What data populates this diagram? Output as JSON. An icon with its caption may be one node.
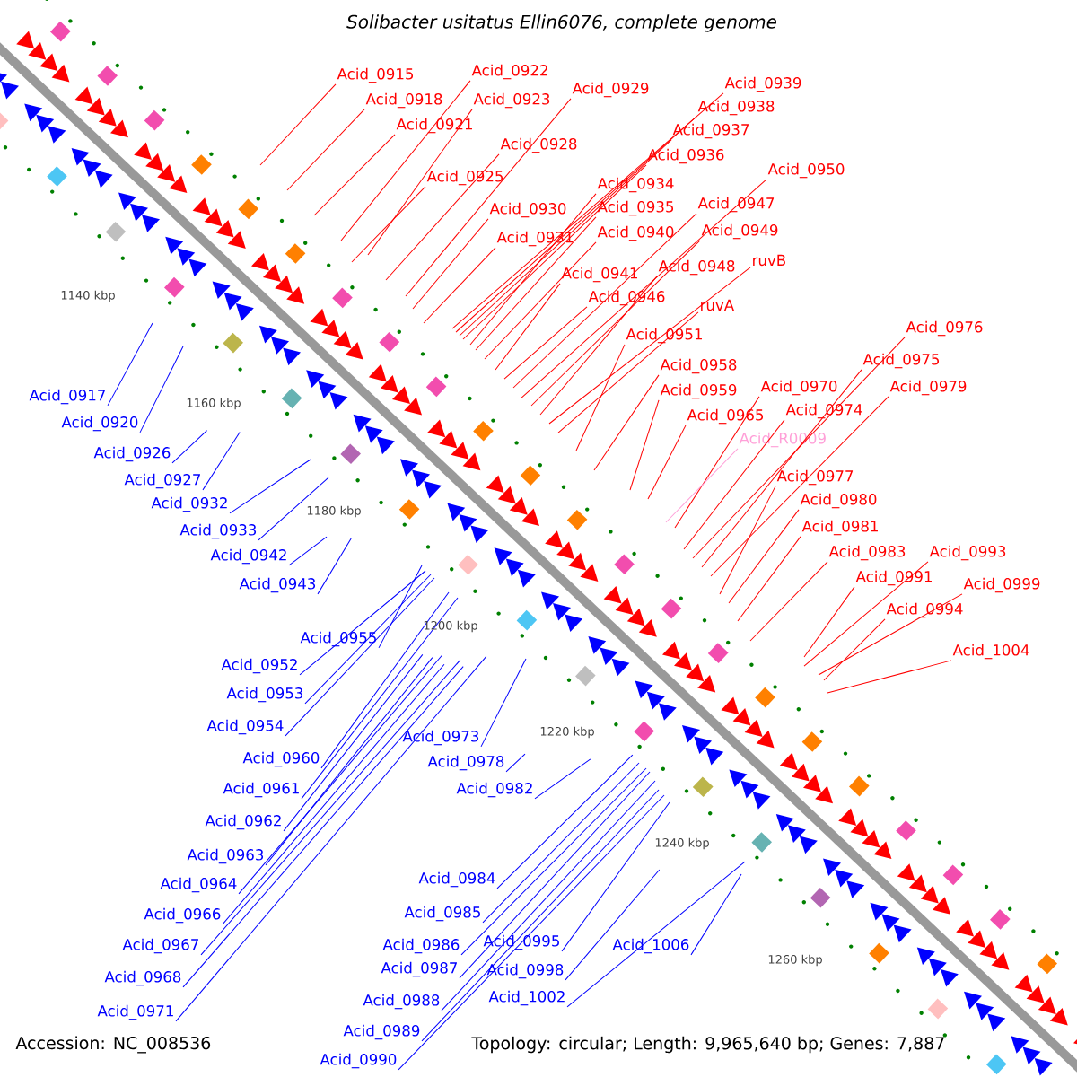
{
  "diagram": {
    "title": "Solibacter usitatus Ellin6076, complete genome",
    "nodes": [
      {
        "text": [
          "Acid_0915"
        ]
      },
      {
        "text": [
          "Acid_0918"
        ]
      },
      {
        "text": [
          "Acid_0921"
        ]
      },
      {
        "text": [
          "Acid_0922"
        ]
      },
      {
        "text": [
          "Acid_0923"
        ]
      },
      {
        "text": [
          "Acid_0929"
        ]
      },
      {
        "text": [
          "Acid_0928"
        ]
      },
      {
        "text": [
          "Acid_0925"
        ]
      },
      {
        "text": [
          "Acid_0930"
        ]
      },
      {
        "text": [
          "Acid_0931"
        ]
      },
      {
        "text": [
          "Acid_0939"
        ]
      },
      {
        "text": [
          "Acid_0938"
        ]
      },
      {
        "text": [
          "Acid_0937"
        ]
      },
      {
        "text": [
          "Acid_0936"
        ]
      },
      {
        "text": [
          "Acid_0934"
        ]
      },
      {
        "text": [
          "Acid_0935"
        ]
      },
      {
        "text": [
          "Acid_0940"
        ]
      },
      {
        "text": [
          "Acid_0950"
        ]
      },
      {
        "text": [
          "Acid_0947"
        ]
      },
      {
        "text": [
          "Acid_0949"
        ]
      },
      {
        "text": [
          "Acid_0941"
        ]
      },
      {
        "text": [
          "Acid_0948"
        ]
      },
      {
        "text": [
          "ruvB"
        ]
      },
      {
        "text": [
          "Acid_0946"
        ]
      },
      {
        "text": [
          "ruvA"
        ]
      },
      {
        "text": [
          "Acid_0951"
        ]
      },
      {
        "text": [
          "Acid_0958"
        ]
      },
      {
        "text": [
          "Acid_0959"
        ]
      },
      {
        "text": [
          "Acid_0965"
        ]
      },
      {
        "text": [
          "Acid_0970"
        ]
      },
      {
        "text": [
          "Acid_0974"
        ]
      },
      {
        "text": [
          "Acid_R0009"
        ]
      },
      {
        "text": [
          "Acid_0976"
        ]
      },
      {
        "text": [
          "Acid_0975"
        ]
      },
      {
        "text": [
          "Acid_0979"
        ]
      },
      {
        "text": [
          "Acid_0977"
        ]
      },
      {
        "text": [
          "Acid_0980"
        ]
      },
      {
        "text": [
          "Acid_0981"
        ]
      },
      {
        "text": [
          "Acid_0983"
        ]
      },
      {
        "text": [
          "Acid_0993"
        ]
      },
      {
        "text": [
          "Acid_0991"
        ]
      },
      {
        "text": [
          "Acid_0999"
        ]
      },
      {
        "text": [
          "Acid_0994"
        ]
      },
      {
        "text": [
          "Acid_1004"
        ]
      },
      {
        "text": [
          "Acid_0917"
        ]
      },
      {
        "text": [
          "Acid_0920"
        ]
      },
      {
        "text": [
          "Acid_0926"
        ]
      },
      {
        "text": [
          "Acid_0927"
        ]
      },
      {
        "text": [
          "Acid_0932"
        ]
      },
      {
        "text": [
          "Acid_0933"
        ]
      },
      {
        "text": [
          "Acid_0942"
        ]
      },
      {
        "text": [
          "Acid_0943"
        ]
      },
      {
        "text": [
          "Acid_0955"
        ]
      },
      {
        "text": [
          "Acid_0952"
        ]
      },
      {
        "text": [
          "Acid_0953"
        ]
      },
      {
        "text": [
          "Acid_0954"
        ]
      },
      {
        "text": [
          "Acid_0960"
        ]
      },
      {
        "text": [
          "Acid_0961"
        ]
      },
      {
        "text": [
          "Acid_0962"
        ]
      },
      {
        "text": [
          "Acid_0963"
        ]
      },
      {
        "text": [
          "Acid_0964"
        ]
      },
      {
        "text": [
          "Acid_0966"
        ]
      },
      {
        "text": [
          "Acid_0967"
        ]
      },
      {
        "text": [
          "Acid_0968"
        ]
      },
      {
        "text": [
          "Acid_0971"
        ]
      },
      {
        "text": [
          "Acid_0973"
        ]
      },
      {
        "text": [
          "Acid_0978"
        ]
      },
      {
        "text": [
          "Acid_0982"
        ]
      },
      {
        "text": [
          "Acid_0984"
        ]
      },
      {
        "text": [
          "Acid_0985"
        ]
      },
      {
        "text": [
          "Acid_0986"
        ]
      },
      {
        "text": [
          "Acid_0995"
        ]
      },
      {
        "text": [
          "Acid_0987"
        ]
      },
      {
        "text": [
          "Acid_0998"
        ]
      },
      {
        "text": [
          "Acid_0988"
        ]
      },
      {
        "text": [
          "Acid_1002"
        ]
      },
      {
        "text": [
          "Acid_0989"
        ]
      },
      {
        "text": [
          "Acid_1006"
        ]
      },
      {
        "text": [
          "Acid_0990"
        ]
      }
    ],
    "edges": [
      {
        "from": 0,
        "to": null,
        "arrow": "none",
        "color": "#ff0000"
      },
      {
        "from": 1,
        "to": null,
        "arrow": "none",
        "color": "#ff0000"
      },
      {
        "from": 2,
        "to": null,
        "arrow": "none",
        "color": "#ff0000"
      },
      {
        "from": 3,
        "to": null,
        "arrow": "none",
        "color": "#ff0000"
      },
      {
        "from": 4,
        "to": null,
        "arrow": "none",
        "color": "#ff0000"
      },
      {
        "from": 5,
        "to": null,
        "arrow": "none",
        "color": "#ff0000"
      },
      {
        "from": 6,
        "to": null,
        "arrow": "none",
        "color": "#ff0000"
      },
      {
        "from": 7,
        "to": null,
        "arrow": "none",
        "color": "#ff0000"
      },
      {
        "from": 8,
        "to": null,
        "arrow": "none",
        "color": "#ff0000"
      },
      {
        "from": 9,
        "to": null,
        "arrow": "none",
        "color": "#ff0000"
      },
      {
        "from": 10,
        "to": null,
        "arrow": "none",
        "color": "#ff0000"
      },
      {
        "from": 11,
        "to": null,
        "arrow": "none",
        "color": "#ff0000"
      },
      {
        "from": 12,
        "to": null,
        "arrow": "none",
        "color": "#ff0000"
      },
      {
        "from": 13,
        "to": null,
        "arrow": "none",
        "color": "#ff0000"
      },
      {
        "from": 14,
        "to": null,
        "arrow": "none",
        "color": "#ff0000"
      },
      {
        "from": 15,
        "to": null,
        "arrow": "none",
        "color": "#ff0000"
      },
      {
        "from": 16,
        "to": null,
        "arrow": "none",
        "color": "#ff0000"
      },
      {
        "from": 17,
        "to": null,
        "arrow": "none",
        "color": "#ff0000"
      },
      {
        "from": 18,
        "to": null,
        "arrow": "none",
        "color": "#ff0000"
      },
      {
        "from": 19,
        "to": null,
        "arrow": "none",
        "color": "#ff0000"
      },
      {
        "from": 20,
        "to": null,
        "arrow": "none",
        "color": "#ff0000"
      },
      {
        "from": 21,
        "to": null,
        "arrow": "none",
        "color": "#ff0000"
      },
      {
        "from": 22,
        "to": null,
        "arrow": "none",
        "color": "#ff0000"
      },
      {
        "from": 23,
        "to": null,
        "arrow": "none",
        "color": "#ff0000"
      },
      {
        "from": 24,
        "to": null,
        "arrow": "none",
        "color": "#ff0000"
      },
      {
        "from": 25,
        "to": null,
        "arrow": "none",
        "color": "#ff0000"
      },
      {
        "from": 26,
        "to": null,
        "arrow": "none",
        "color": "#ff0000"
      },
      {
        "from": 27,
        "to": null,
        "arrow": "none",
        "color": "#ff0000"
      },
      {
        "from": 28,
        "to": null,
        "arrow": "none",
        "color": "#ff0000"
      },
      {
        "from": 29,
        "to": null,
        "arrow": "none",
        "color": "#ff0000"
      },
      {
        "from": 30,
        "to": null,
        "arrow": "none",
        "color": "#ff0000"
      },
      {
        "from": 31,
        "to": null,
        "arrow": "none",
        "color": "#ffa0d8"
      },
      {
        "from": 32,
        "to": null,
        "arrow": "none",
        "color": "#ff0000"
      },
      {
        "from": 33,
        "to": null,
        "arrow": "none",
        "color": "#ff0000"
      },
      {
        "from": 34,
        "to": null,
        "arrow": "none",
        "color": "#ff0000"
      },
      {
        "from": 35,
        "to": null,
        "arrow": "none",
        "color": "#ff0000"
      },
      {
        "from": 36,
        "to": null,
        "arrow": "none",
        "color": "#ff0000"
      },
      {
        "from": 37,
        "to": null,
        "arrow": "none",
        "color": "#ff0000"
      },
      {
        "from": 38,
        "to": null,
        "arrow": "none",
        "color": "#ff0000"
      },
      {
        "from": 39,
        "to": null,
        "arrow": "none",
        "color": "#ff0000"
      },
      {
        "from": 40,
        "to": null,
        "arrow": "none",
        "color": "#ff0000"
      },
      {
        "from": 41,
        "to": null,
        "arrow": "none",
        "color": "#ff0000"
      },
      {
        "from": 42,
        "to": null,
        "arrow": "none",
        "color": "#ff0000"
      },
      {
        "from": 43,
        "to": null,
        "arrow": "none",
        "color": "#ff0000"
      },
      {
        "from": 44,
        "to": null,
        "arrow": "none",
        "color": "#0000ff"
      },
      {
        "from": 45,
        "to": null,
        "arrow": "none",
        "color": "#0000ff"
      },
      {
        "from": 46,
        "to": null,
        "arrow": "none",
        "color": "#0000ff"
      },
      {
        "from": 47,
        "to": null,
        "arrow": "none",
        "color": "#0000ff"
      },
      {
        "from": 48,
        "to": null,
        "arrow": "none",
        "color": "#0000ff"
      },
      {
        "from": 49,
        "to": null,
        "arrow": "none",
        "color": "#0000ff"
      },
      {
        "from": 50,
        "to": null,
        "arrow": "none",
        "color": "#0000ff"
      },
      {
        "from": 51,
        "to": null,
        "arrow": "none",
        "color": "#0000ff"
      },
      {
        "from": 52,
        "to": null,
        "arrow": "none",
        "color": "#0000ff"
      },
      {
        "from": 53,
        "to": null,
        "arrow": "none",
        "color": "#0000ff"
      },
      {
        "from": 54,
        "to": null,
        "arrow": "none",
        "color": "#0000ff"
      },
      {
        "from": 55,
        "to": null,
        "arrow": "none",
        "color": "#0000ff"
      },
      {
        "from": 56,
        "to": null,
        "arrow": "none",
        "color": "#0000ff"
      },
      {
        "from": 57,
        "to": null,
        "arrow": "none",
        "color": "#0000ff"
      },
      {
        "from": 58,
        "to": null,
        "arrow": "none",
        "color": "#0000ff"
      },
      {
        "from": 59,
        "to": null,
        "arrow": "none",
        "color": "#0000ff"
      },
      {
        "from": 60,
        "to": null,
        "arrow": "none",
        "color": "#0000ff"
      },
      {
        "from": 61,
        "to": null,
        "arrow": "none",
        "color": "#0000ff"
      },
      {
        "from": 62,
        "to": null,
        "arrow": "none",
        "color": "#0000ff"
      },
      {
        "from": 63,
        "to": null,
        "arrow": "none",
        "color": "#0000ff"
      },
      {
        "from": 64,
        "to": null,
        "arrow": "none",
        "color": "#0000ff"
      },
      {
        "from": 65,
        "to": null,
        "arrow": "none",
        "color": "#0000ff"
      },
      {
        "from": 66,
        "to": null,
        "arrow": "none",
        "color": "#0000ff"
      },
      {
        "from": 67,
        "to": null,
        "arrow": "none",
        "color": "#0000ff"
      },
      {
        "from": 68,
        "to": null,
        "arrow": "none",
        "color": "#0000ff"
      },
      {
        "from": 69,
        "to": null,
        "arrow": "none",
        "color": "#0000ff"
      },
      {
        "from": 70,
        "to": null,
        "arrow": "none",
        "color": "#0000ff"
      },
      {
        "from": 71,
        "to": null,
        "arrow": "none",
        "color": "#0000ff"
      },
      {
        "from": 72,
        "to": null,
        "arrow": "none",
        "color": "#0000ff"
      },
      {
        "from": 73,
        "to": null,
        "arrow": "none",
        "color": "#0000ff"
      },
      {
        "from": 74,
        "to": null,
        "arrow": "none",
        "color": "#0000ff"
      },
      {
        "from": 75,
        "to": null,
        "arrow": "none",
        "color": "#0000ff"
      },
      {
        "from": 76,
        "to": null,
        "arrow": "none",
        "color": "#0000ff"
      },
      {
        "from": 77,
        "to": null,
        "arrow": "none",
        "color": "#0000ff"
      },
      {
        "from": 78,
        "to": null,
        "arrow": "none",
        "color": "#0000ff"
      }
    ],
    "labels": [
      "1140 kbp",
      "1160 kbp",
      "1180 kbp",
      "1200 kbp",
      "1220 kbp",
      "1240 kbp",
      "1260 kbp",
      "Accession: NC_008536",
      "Topology: circular; Length: 9,965,640 bp; Genes: 7,887"
    ]
  }
}
